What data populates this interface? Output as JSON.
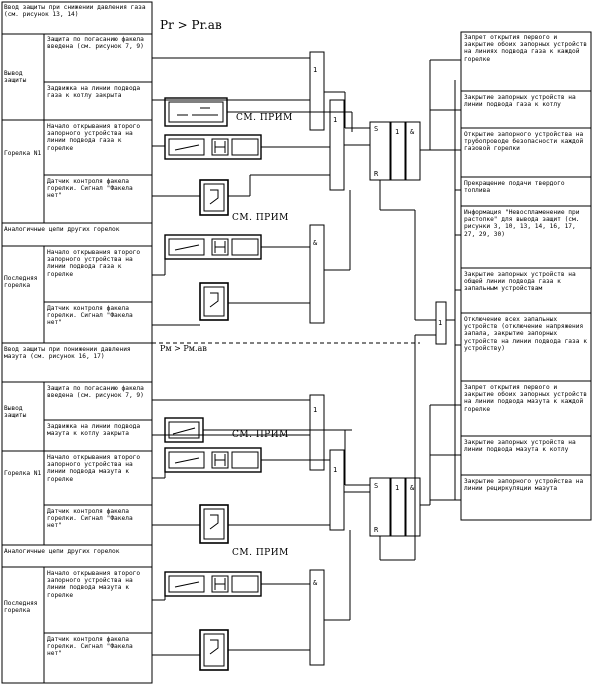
{
  "top_condition": "Pr > Pr.ав",
  "mid_condition": "Pм > Pм.ав",
  "note_label": "СМ. ПРИМ",
  "gate_or": "1",
  "gate_and": "&",
  "gate_r": "R",
  "gate_s": "S",
  "gas": {
    "header": "Ввод защиты при снижении давления газа (см. рисунок 13, 14)",
    "group1": {
      "label": "Вывод защиты",
      "items": [
        "Защита по погасанию факела введена (см. рисунок 7, 9)",
        "Задвижка на линии подвода газа к котлу закрыта"
      ]
    },
    "group2": {
      "label": "Горелка N1",
      "items": [
        "Начало открывания второго запорного устройства на линии подвода газа к горелке",
        "Датчик контроля факела горелки. Сигнал \"Факела нет\""
      ]
    },
    "analog": "Аналогичные цепи других горелок",
    "group3": {
      "label": "Последняя горелка",
      "items": [
        "Начало открывания второго запорного устройства на линии подвода газа к горелке",
        "Датчик контроля факела горелки. Сигнал \"Факела нет\""
      ]
    }
  },
  "oil": {
    "header": "Ввод защиты при понижении давления мазута (см. рисунок 16, 17)",
    "group1": {
      "label": "Вывод защиты",
      "items": [
        "Защита по погасанию факела введена (см. рисунок 7, 9)",
        "Задвижка на линии подвода мазута к котлу закрыта"
      ]
    },
    "group2": {
      "label": "Горелка N1",
      "items": [
        "Начало открывания второго запорного устройства на линии подвода мазута к горелке",
        "Датчик контроля факела горелки. Сигнал \"Факела нет\""
      ]
    },
    "analog": "Аналогичные цепи других горелок",
    "group3": {
      "label": "Последняя горелка",
      "items": [
        "Начало открывания второго запорного устройства на линии подвода мазута к горелке",
        "Датчик контроля факела горелки. Сигнал \"Факела нет\""
      ]
    }
  },
  "outputs": [
    "Запрет открытия первого и закрытие обоих запорных устройств на линиях подвода газа к каждой горелке",
    "Закрытие запорных устройств на линии подвода газа к котлу",
    "Открытие запорного устройства на трубопроводе безопасности каждой газовой горелки",
    "Прекращение подачи твердого топлива",
    "Информация \"Невоспламенение при растопке\" для вывода защит (см. рисунки 3, 10, 13, 14, 16, 17, 27, 29, 30)",
    "Закрытие запорных устройств на общей линии подвода газа к запальным устройствам",
    "Отключение всех запальных устройств (отключение напряжения запала, закрытие запорных устройств на линии подвода газа к устройству)",
    "Запрет открытия первого и закрытие обоих запорных устройств на линии подвода мазута к каждой горелке",
    "Закрытие запорных устройств на линии подвода мазута к котлу",
    "Закрытие запорного устройства на линии рециркуляции мазута"
  ]
}
